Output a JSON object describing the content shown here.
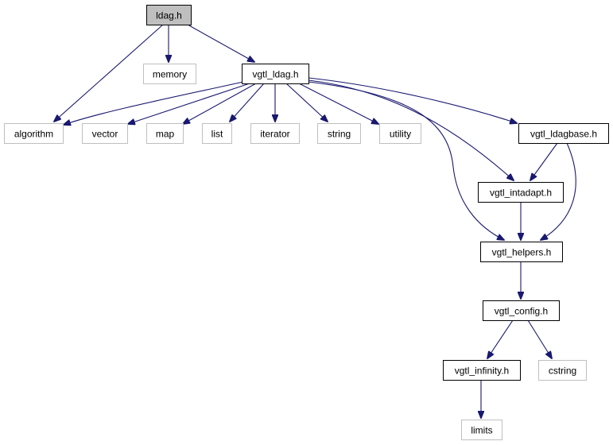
{
  "diagram": {
    "title": "ldag.h",
    "nodes": [
      {
        "id": "ldag",
        "label": "ldag.h",
        "kind": "root"
      },
      {
        "id": "memory",
        "label": "memory",
        "kind": "external"
      },
      {
        "id": "vgtl_ldag",
        "label": "vgtl_ldag.h",
        "kind": "documented"
      },
      {
        "id": "algorithm",
        "label": "algorithm",
        "kind": "external"
      },
      {
        "id": "vector",
        "label": "vector",
        "kind": "external"
      },
      {
        "id": "map",
        "label": "map",
        "kind": "external"
      },
      {
        "id": "list",
        "label": "list",
        "kind": "external"
      },
      {
        "id": "iterator",
        "label": "iterator",
        "kind": "external"
      },
      {
        "id": "string",
        "label": "string",
        "kind": "external"
      },
      {
        "id": "utility",
        "label": "utility",
        "kind": "external"
      },
      {
        "id": "vgtl_ldagbase",
        "label": "vgtl_ldagbase.h",
        "kind": "documented"
      },
      {
        "id": "vgtl_intadapt",
        "label": "vgtl_intadapt.h",
        "kind": "documented"
      },
      {
        "id": "vgtl_helpers",
        "label": "vgtl_helpers.h",
        "kind": "documented"
      },
      {
        "id": "vgtl_config",
        "label": "vgtl_config.h",
        "kind": "documented"
      },
      {
        "id": "vgtl_infinity",
        "label": "vgtl_infinity.h",
        "kind": "documented"
      },
      {
        "id": "cstring",
        "label": "cstring",
        "kind": "external"
      },
      {
        "id": "limits",
        "label": "limits",
        "kind": "external"
      }
    ],
    "edges": [
      {
        "from": "ldag",
        "to": "algorithm"
      },
      {
        "from": "ldag",
        "to": "memory"
      },
      {
        "from": "ldag",
        "to": "vgtl_ldag"
      },
      {
        "from": "vgtl_ldag",
        "to": "algorithm"
      },
      {
        "from": "vgtl_ldag",
        "to": "vector"
      },
      {
        "from": "vgtl_ldag",
        "to": "map"
      },
      {
        "from": "vgtl_ldag",
        "to": "list"
      },
      {
        "from": "vgtl_ldag",
        "to": "iterator"
      },
      {
        "from": "vgtl_ldag",
        "to": "string"
      },
      {
        "from": "vgtl_ldag",
        "to": "utility"
      },
      {
        "from": "vgtl_ldag",
        "to": "vgtl_ldagbase"
      },
      {
        "from": "vgtl_ldag",
        "to": "vgtl_intadapt"
      },
      {
        "from": "vgtl_ldag",
        "to": "vgtl_helpers"
      },
      {
        "from": "vgtl_ldagbase",
        "to": "vgtl_intadapt"
      },
      {
        "from": "vgtl_ldagbase",
        "to": "vgtl_helpers"
      },
      {
        "from": "vgtl_intadapt",
        "to": "vgtl_helpers"
      },
      {
        "from": "vgtl_helpers",
        "to": "vgtl_config"
      },
      {
        "from": "vgtl_config",
        "to": "vgtl_infinity"
      },
      {
        "from": "vgtl_config",
        "to": "cstring"
      },
      {
        "from": "vgtl_infinity",
        "to": "limits"
      }
    ],
    "colors": {
      "edge": "#191970",
      "root_fill": "#bfbfbf",
      "external_border": "#bfbfbf",
      "documented_border": "#000000"
    }
  }
}
